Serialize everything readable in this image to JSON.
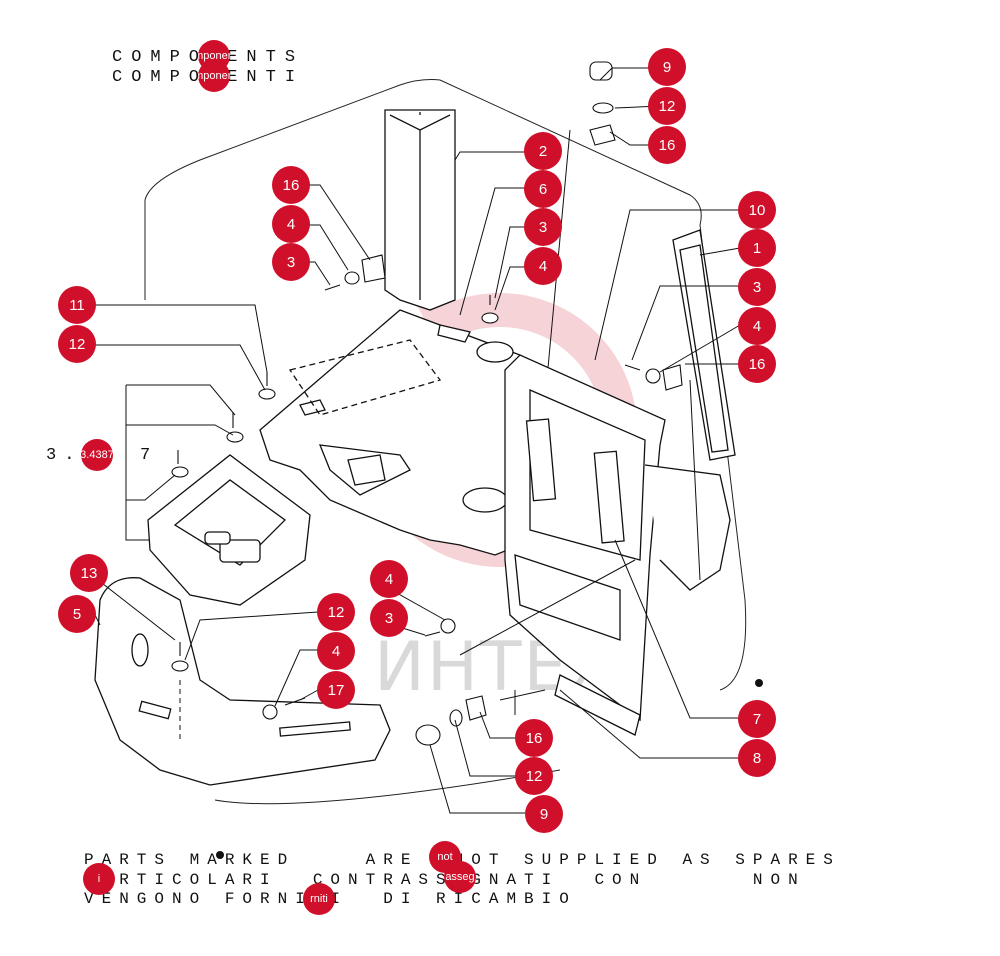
{
  "heading": {
    "line1": "COMPONENTS",
    "line2": "COMPONENTI",
    "badge1": "mponen",
    "badge2": "mponen"
  },
  "reference": {
    "text": "3.",
    "badge": "3.4387",
    "suffix": "7"
  },
  "watermark": "ИНТЕХ",
  "callouts": [
    {
      "id": "c9a",
      "label": "9"
    },
    {
      "id": "c12a",
      "label": "12"
    },
    {
      "id": "c16a",
      "label": "16"
    },
    {
      "id": "c2",
      "label": "2"
    },
    {
      "id": "c6",
      "label": "6"
    },
    {
      "id": "c16b",
      "label": "16"
    },
    {
      "id": "c4a",
      "label": "4"
    },
    {
      "id": "c3a",
      "label": "3"
    },
    {
      "id": "c3b",
      "label": "3"
    },
    {
      "id": "c4b",
      "label": "4"
    },
    {
      "id": "c10",
      "label": "10"
    },
    {
      "id": "c1",
      "label": "1"
    },
    {
      "id": "c3c",
      "label": "3"
    },
    {
      "id": "c4c",
      "label": "4"
    },
    {
      "id": "c16c",
      "label": "16"
    },
    {
      "id": "c11",
      "label": "11"
    },
    {
      "id": "c12b",
      "label": "12"
    },
    {
      "id": "c13",
      "label": "13"
    },
    {
      "id": "c5",
      "label": "5"
    },
    {
      "id": "c12c",
      "label": "12"
    },
    {
      "id": "c4d",
      "label": "4"
    },
    {
      "id": "c17",
      "label": "17"
    },
    {
      "id": "c4e",
      "label": "4"
    },
    {
      "id": "c3d",
      "label": "3"
    },
    {
      "id": "c16d",
      "label": "16"
    },
    {
      "id": "c12d",
      "label": "12"
    },
    {
      "id": "c9b",
      "label": "9"
    },
    {
      "id": "c7",
      "label": "7"
    },
    {
      "id": "c8",
      "label": "8"
    }
  ],
  "footnote": {
    "line1": "PARTS MARKED    ARE  NOT SUPPLIED AS SPARES",
    "line2": " ARTICOLARI  CONTRASSEGNATI  CON      NON",
    "line3": "VENGONO FORNITI  DI RICAMBIO",
    "badge_i": "i",
    "badge_not": "not",
    "badge_asse": "asseg",
    "badge_niti": "rniti"
  }
}
